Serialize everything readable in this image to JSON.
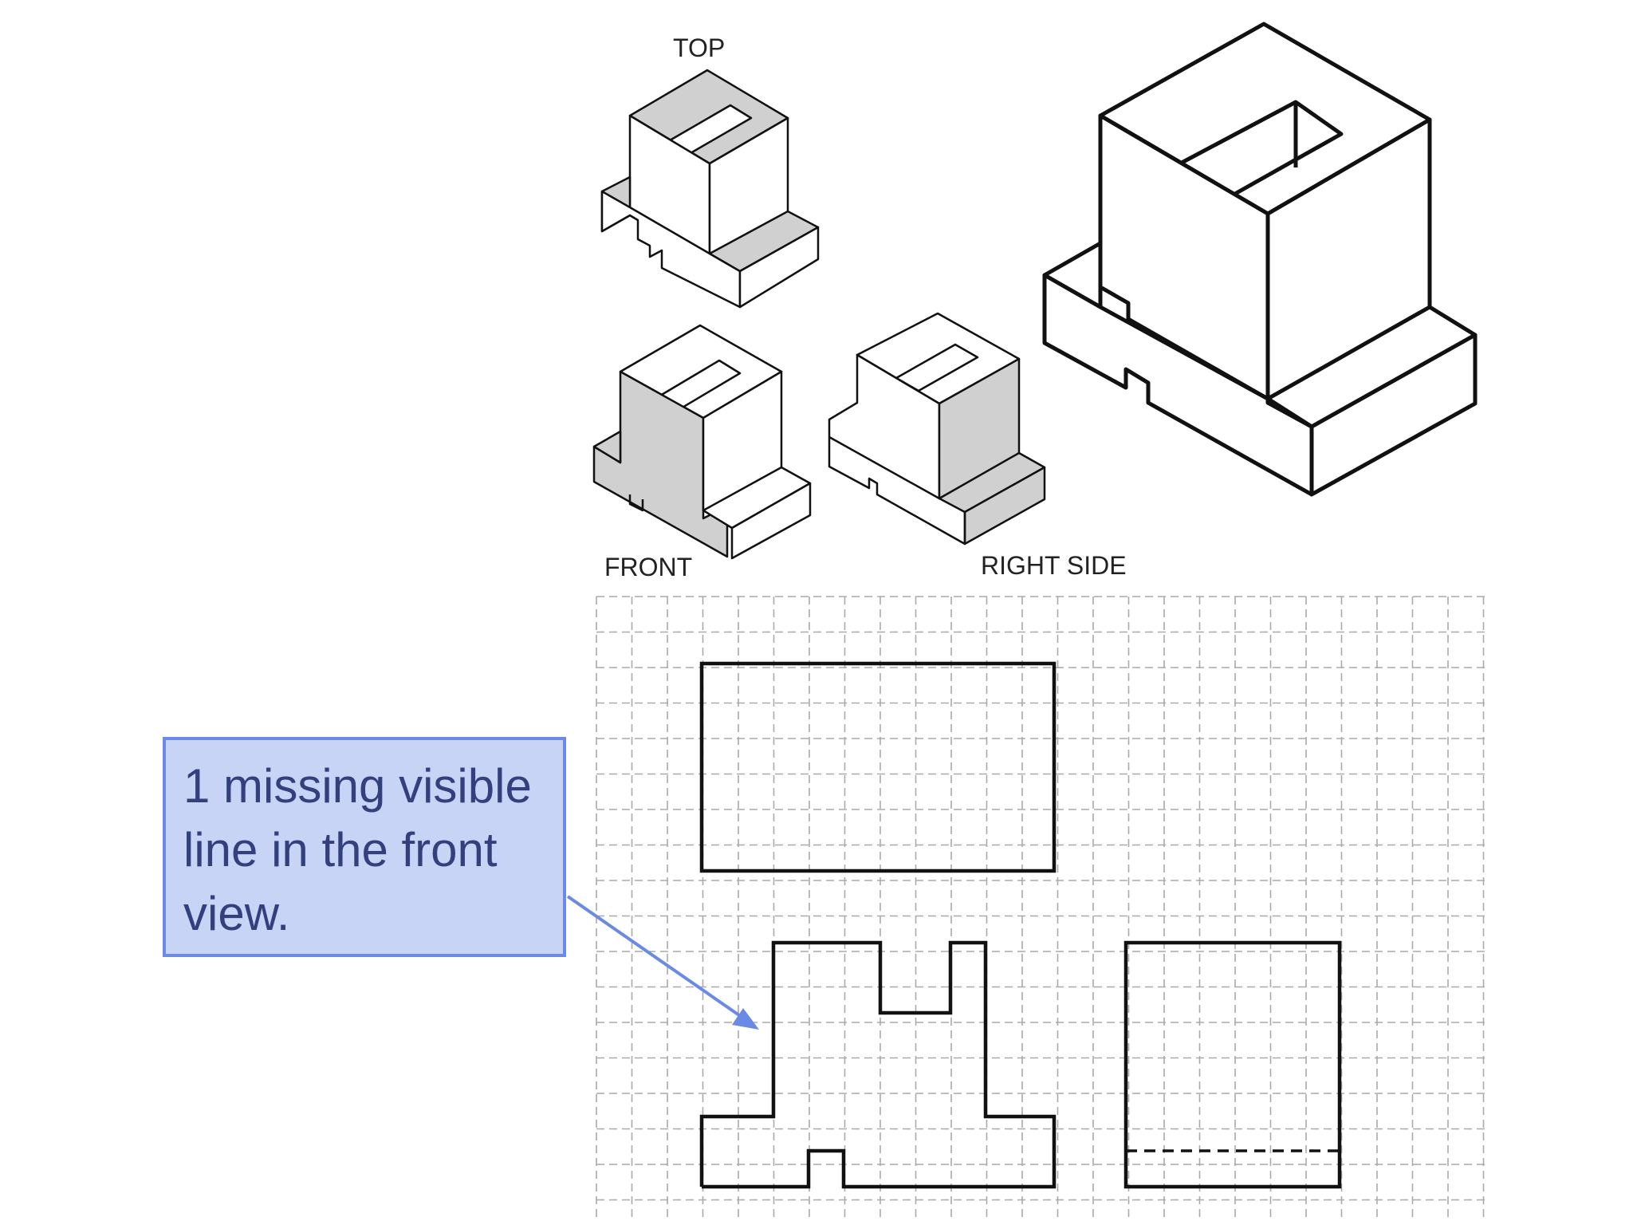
{
  "labels": {
    "top": "TOP",
    "front": "FRONT",
    "right_side": "RIGHT SIDE"
  },
  "callout": {
    "text": "1 missing visible line in the front view."
  },
  "colors": {
    "callout_fill": "#c8d4f5",
    "callout_border": "#6b8ae6",
    "callout_text": "#34407e",
    "face_shade": "#d0d0d0",
    "grid_line": "#aaaaaa",
    "outline": "#111111"
  }
}
